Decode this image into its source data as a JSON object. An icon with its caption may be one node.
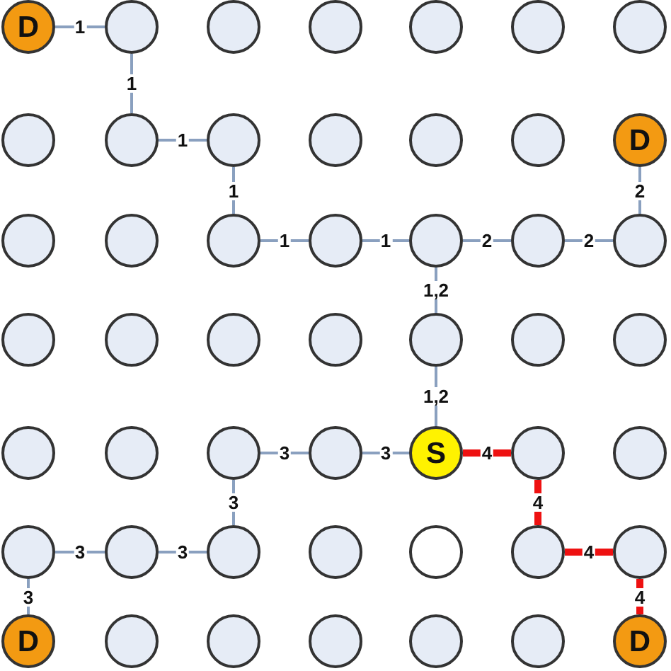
{
  "diagram": {
    "nodes": [
      {
        "text": [
          "D"
        ]
      },
      {
        "text": [],
        "shape": "circle"
      },
      {
        "text": [],
        "shape": "circle"
      },
      {
        "text": [],
        "shape": "circle"
      },
      {
        "text": [],
        "shape": "circle"
      },
      {
        "text": [],
        "shape": "circle"
      },
      {
        "text": [],
        "shape": "circle"
      },
      {
        "text": [],
        "shape": "circle"
      },
      {
        "text": [],
        "shape": "circle"
      },
      {
        "text": [],
        "shape": "circle"
      },
      {
        "text": [],
        "shape": "circle"
      },
      {
        "text": [],
        "shape": "circle"
      },
      {
        "text": [],
        "shape": "circle"
      },
      {
        "text": [
          "D"
        ]
      },
      {
        "text": [],
        "shape": "circle"
      },
      {
        "text": [],
        "shape": "circle"
      },
      {
        "text": [],
        "shape": "circle"
      },
      {
        "text": [],
        "shape": "circle"
      },
      {
        "text": [],
        "shape": "circle"
      },
      {
        "text": [],
        "shape": "circle"
      },
      {
        "text": [],
        "shape": "circle"
      },
      {
        "text": [],
        "shape": "circle"
      },
      {
        "text": [],
        "shape": "circle"
      },
      {
        "text": [],
        "shape": "circle"
      },
      {
        "text": [],
        "shape": "circle"
      },
      {
        "text": [],
        "shape": "circle"
      },
      {
        "text": [],
        "shape": "circle"
      },
      {
        "text": [],
        "shape": "circle"
      },
      {
        "text": [],
        "shape": "circle"
      },
      {
        "text": [],
        "shape": "circle"
      },
      {
        "text": [],
        "shape": "circle"
      },
      {
        "text": [],
        "shape": "circle"
      },
      {
        "text": [
          "S"
        ]
      },
      {
        "text": [],
        "shape": "circle"
      },
      {
        "text": [],
        "shape": "circle"
      },
      {
        "text": [],
        "shape": "circle"
      },
      {
        "text": [],
        "shape": "circle"
      },
      {
        "text": [],
        "shape": "circle"
      },
      {
        "text": [],
        "shape": "circle"
      },
      {
        "text": [],
        "shape": "circle"
      },
      {
        "text": [],
        "shape": "circle"
      },
      {
        "text": [],
        "shape": "circle"
      },
      {
        "text": [
          "D"
        ]
      },
      {
        "text": [],
        "shape": "circle"
      },
      {
        "text": [],
        "shape": "circle"
      },
      {
        "text": [],
        "shape": "circle"
      },
      {
        "text": [],
        "shape": "circle"
      },
      {
        "text": [],
        "shape": "circle"
      },
      {
        "text": [
          "D"
        ]
      }
    ],
    "edges": [
      {
        "from": 0,
        "to": 1,
        "arrow": "none",
        "label": "1"
      },
      {
        "from": 1,
        "to": 8,
        "arrow": "none",
        "label": "1"
      },
      {
        "from": 8,
        "to": 9,
        "arrow": "none",
        "label": "1"
      },
      {
        "from": 9,
        "to": 16,
        "arrow": "none",
        "label": "1"
      },
      {
        "from": 16,
        "to": 17,
        "arrow": "none",
        "label": "1"
      },
      {
        "from": 17,
        "to": 18,
        "arrow": "none",
        "label": "1"
      },
      {
        "from": 18,
        "to": 25,
        "arrow": "none",
        "label": "1,2"
      },
      {
        "from": 25,
        "to": 32,
        "arrow": "none",
        "label": "1,2"
      },
      {
        "from": 18,
        "to": 19,
        "arrow": "none",
        "label": "2"
      },
      {
        "from": 19,
        "to": 20,
        "arrow": "none",
        "label": "2"
      },
      {
        "from": 20,
        "to": 13,
        "arrow": "none",
        "label": "2"
      },
      {
        "from": 32,
        "to": 31,
        "arrow": "none",
        "label": "3"
      },
      {
        "from": 31,
        "to": 30,
        "arrow": "none",
        "label": "3"
      },
      {
        "from": 30,
        "to": 37,
        "arrow": "none",
        "label": "3"
      },
      {
        "from": 37,
        "to": 36,
        "arrow": "none",
        "label": "3"
      },
      {
        "from": 36,
        "to": 35,
        "arrow": "none",
        "label": "3"
      },
      {
        "from": 35,
        "to": 42,
        "arrow": "none",
        "label": "3"
      },
      {
        "from": 32,
        "to": 33,
        "arrow": "none",
        "label": "4",
        "style": "thick",
        "color": "#ee1111"
      },
      {
        "from": 33,
        "to": 40,
        "arrow": "none",
        "label": "4",
        "style": "thick",
        "color": "#ee1111"
      },
      {
        "from": 40,
        "to": 41,
        "arrow": "none",
        "label": "4",
        "style": "thick",
        "color": "#ee1111"
      },
      {
        "from": 41,
        "to": 48,
        "arrow": "none",
        "label": "4",
        "style": "thick",
        "color": "#ee1111"
      }
    ]
  }
}
